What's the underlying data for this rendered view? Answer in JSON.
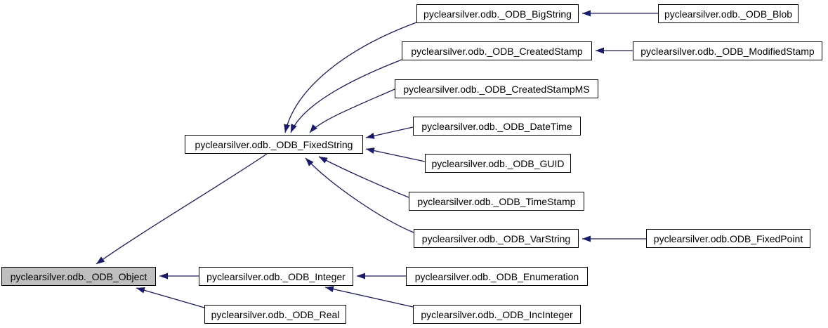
{
  "colors": {
    "background": "#ffffff",
    "edge": "#191970",
    "node_border": "#000000",
    "node_fill": "#ffffff",
    "highlight_fill": "#bfbfbf",
    "text": "#000000"
  },
  "nodes": [
    {
      "id": "object",
      "label": "pyclearsilver.odb._ODB_Object",
      "highlighted": true
    },
    {
      "id": "fixedstring",
      "label": "pyclearsilver.odb._ODB_FixedString",
      "highlighted": false
    },
    {
      "id": "bigstring",
      "label": "pyclearsilver.odb._ODB_BigString",
      "highlighted": false
    },
    {
      "id": "blob",
      "label": "pyclearsilver.odb._ODB_Blob",
      "highlighted": false
    },
    {
      "id": "createdstamp",
      "label": "pyclearsilver.odb._ODB_CreatedStamp",
      "highlighted": false
    },
    {
      "id": "modifiedstamp",
      "label": "pyclearsilver.odb._ODB_ModifiedStamp",
      "highlighted": false
    },
    {
      "id": "createdstampms",
      "label": "pyclearsilver.odb._ODB_CreatedStampMS",
      "highlighted": false
    },
    {
      "id": "datetime",
      "label": "pyclearsilver.odb._ODB_DateTime",
      "highlighted": false
    },
    {
      "id": "guid",
      "label": "pyclearsilver.odb._ODB_GUID",
      "highlighted": false
    },
    {
      "id": "timestamp",
      "label": "pyclearsilver.odb._ODB_TimeStamp",
      "highlighted": false
    },
    {
      "id": "varstring",
      "label": "pyclearsilver.odb._ODB_VarString",
      "highlighted": false
    },
    {
      "id": "fixedpoint",
      "label": "pyclearsilver.odb.ODB_FixedPoint",
      "highlighted": false
    },
    {
      "id": "integer",
      "label": "pyclearsilver.odb._ODB_Integer",
      "highlighted": false
    },
    {
      "id": "enumeration",
      "label": "pyclearsilver.odb._ODB_Enumeration",
      "highlighted": false
    },
    {
      "id": "real",
      "label": "pyclearsilver.odb._ODB_Real",
      "highlighted": false
    },
    {
      "id": "incinteger",
      "label": "pyclearsilver.odb._ODB_IncInteger",
      "highlighted": false
    }
  ],
  "edges": [
    {
      "from": "fixedstring",
      "to": "object"
    },
    {
      "from": "integer",
      "to": "object"
    },
    {
      "from": "real",
      "to": "object"
    },
    {
      "from": "bigstring",
      "to": "fixedstring"
    },
    {
      "from": "createdstamp",
      "to": "fixedstring"
    },
    {
      "from": "createdstampms",
      "to": "fixedstring"
    },
    {
      "from": "datetime",
      "to": "fixedstring"
    },
    {
      "from": "guid",
      "to": "fixedstring"
    },
    {
      "from": "timestamp",
      "to": "fixedstring"
    },
    {
      "from": "varstring",
      "to": "fixedstring"
    },
    {
      "from": "blob",
      "to": "bigstring"
    },
    {
      "from": "modifiedstamp",
      "to": "createdstamp"
    },
    {
      "from": "fixedpoint",
      "to": "varstring"
    },
    {
      "from": "enumeration",
      "to": "integer"
    },
    {
      "from": "incinteger",
      "to": "integer"
    }
  ]
}
